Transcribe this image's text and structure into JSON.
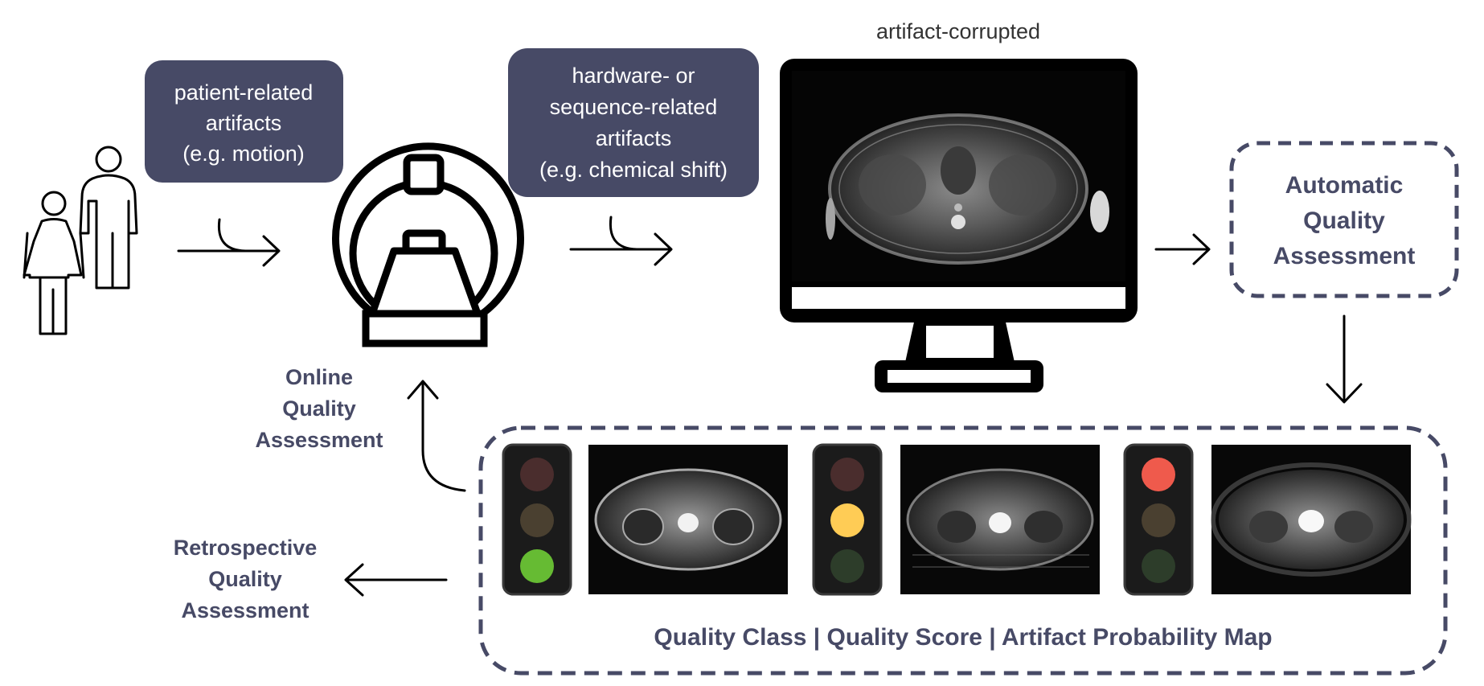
{
  "labels": {
    "patient_artifacts": [
      "patient-related",
      "artifacts",
      "(e.g. motion)"
    ],
    "hardware_artifacts": [
      "hardware- or",
      "sequence-related",
      "artifacts",
      "(e.g. chemical shift)"
    ],
    "artifact_corrupted": "artifact-corrupted",
    "automatic_qa": [
      "Automatic",
      "Quality",
      "Assessment"
    ],
    "online_qa": [
      "Online",
      "Quality",
      "Assessment"
    ],
    "retrospective_qa": [
      "Retrospective",
      "Quality",
      "Assessment"
    ],
    "output_methods": "Quality Class  |  Quality Score  |  Artifact Probability Map"
  },
  "traffic_lights": [
    {
      "active": "green"
    },
    {
      "active": "yellow"
    },
    {
      "active": "red"
    }
  ],
  "colors": {
    "box_fill": "#474a66",
    "dashed_border": "#474a66",
    "light_red_on": "#ef5a4c",
    "light_yellow_on": "#ffcc55",
    "light_green_on": "#66bb33",
    "light_red_off": "#4a2d2d",
    "light_yellow_off": "#4a4030",
    "light_green_off": "#2d3d2a"
  }
}
